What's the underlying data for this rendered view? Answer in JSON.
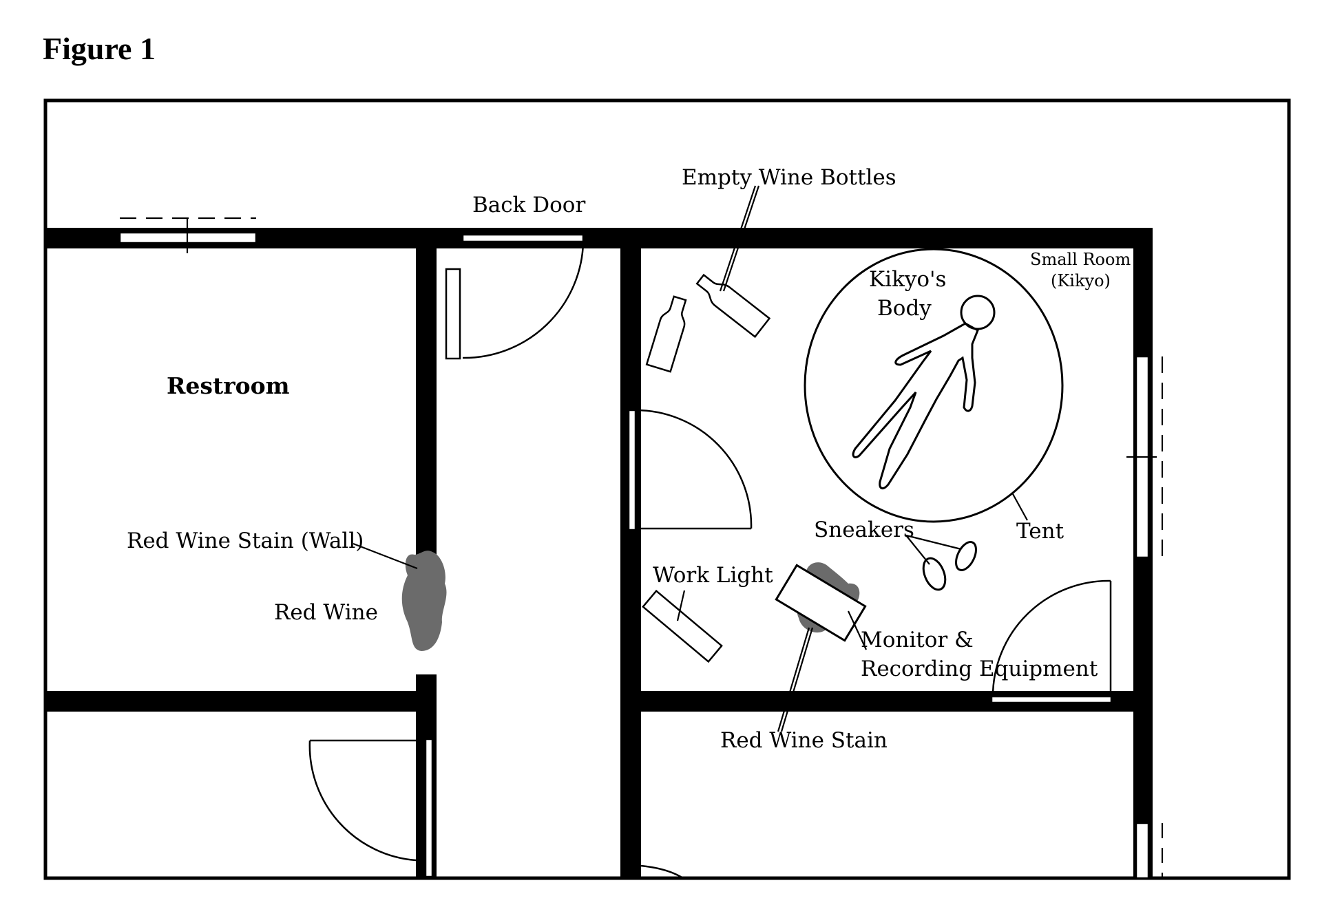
{
  "figure": {
    "title": "Figure 1"
  },
  "labels": {
    "back_door": "Back Door",
    "empty_wine_bottles": "Empty Wine Bottles",
    "small_room": "Small Room",
    "small_room_owner": "(Kikyo)",
    "kikyos_body_line1": "Kikyo's",
    "kikyos_body_line2": "Body",
    "restroom": "Restroom",
    "red_wine_stain_wall": "Red Wine Stain (Wall)",
    "red_wine": "Red Wine",
    "sneakers": "Sneakers",
    "tent": "Tent",
    "work_light": "Work Light",
    "monitor_line1": "Monitor &",
    "monitor_line2": "Recording Equipment",
    "red_wine_stain": "Red Wine Stain"
  }
}
